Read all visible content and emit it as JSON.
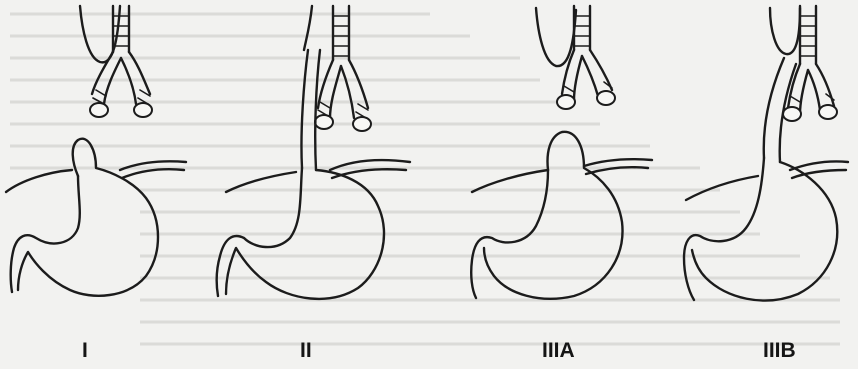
{
  "figure": {
    "labels": [
      {
        "id": "panel-1",
        "text": "I"
      },
      {
        "id": "panel-2",
        "text": "II"
      },
      {
        "id": "panel-3a",
        "text": "IIIA"
      },
      {
        "id": "panel-3b",
        "text": "IIIB"
      }
    ],
    "colors": {
      "ink": "#1c1c1c",
      "paper": "#f2f2f0",
      "bleed": "#c7c7c3"
    }
  }
}
